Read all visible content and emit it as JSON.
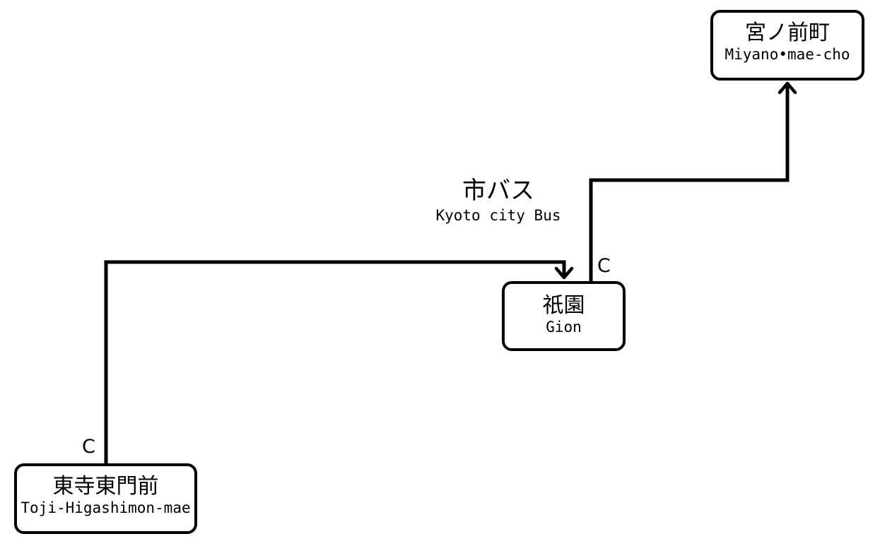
{
  "nodes": {
    "miyanomae": {
      "jp": "宮ノ前町",
      "en": "Miyano•mae-cho"
    },
    "gion": {
      "jp": "祇園",
      "en": "Gion"
    },
    "toji": {
      "jp": "東寺東門前",
      "en": "Toji-Higashimon-mae"
    }
  },
  "route_label": {
    "jp": "市バス",
    "en": "Kyoto city Bus"
  },
  "segment_letters": {
    "gion_to_miyanomae": "C",
    "toji_to_gion": "C"
  },
  "colors": {
    "line": "#000000",
    "background": "#ffffff"
  }
}
